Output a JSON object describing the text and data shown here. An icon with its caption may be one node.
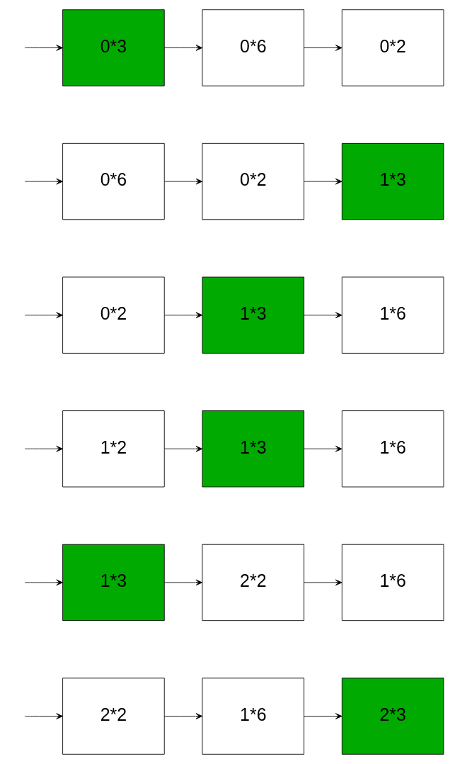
{
  "diagram": {
    "nodes": [
      {
        "text": [
          "0*3"
        ]
      },
      {
        "text": [
          "0*6"
        ]
      },
      {
        "text": [
          "0*2"
        ]
      },
      {
        "text": [
          "0*6"
        ]
      },
      {
        "text": [
          "0*2"
        ]
      },
      {
        "text": [
          "1*3"
        ]
      },
      {
        "text": [
          "0*2"
        ]
      },
      {
        "text": [
          "1*3"
        ]
      },
      {
        "text": [
          "1*6"
        ]
      },
      {
        "text": [
          "1*2"
        ]
      },
      {
        "text": [
          "1*3"
        ]
      },
      {
        "text": [
          "1*6"
        ]
      },
      {
        "text": [
          "1*3"
        ]
      },
      {
        "text": [
          "2*2"
        ]
      },
      {
        "text": [
          "1*6"
        ]
      },
      {
        "text": [
          "2*2"
        ]
      },
      {
        "text": [
          "1*6"
        ]
      },
      {
        "text": [
          "2*3"
        ]
      }
    ],
    "edges": [
      {
        "from": null,
        "to": 0,
        "arrow": "to"
      },
      {
        "from": 0,
        "to": 1,
        "arrow": "to"
      },
      {
        "from": 1,
        "to": 2,
        "arrow": "to"
      },
      {
        "from": null,
        "to": 3,
        "arrow": "to"
      },
      {
        "from": 3,
        "to": 4,
        "arrow": "to"
      },
      {
        "from": 4,
        "to": 5,
        "arrow": "to"
      },
      {
        "from": null,
        "to": 6,
        "arrow": "to"
      },
      {
        "from": 6,
        "to": 7,
        "arrow": "to"
      },
      {
        "from": 7,
        "to": 8,
        "arrow": "to"
      },
      {
        "from": null,
        "to": 9,
        "arrow": "to"
      },
      {
        "from": 9,
        "to": 10,
        "arrow": "to"
      },
      {
        "from": 10,
        "to": 11,
        "arrow": "to"
      },
      {
        "from": null,
        "to": 12,
        "arrow": "to"
      },
      {
        "from": 12,
        "to": 13,
        "arrow": "to"
      },
      {
        "from": 13,
        "to": 14,
        "arrow": "to"
      },
      {
        "from": null,
        "to": 15,
        "arrow": "to"
      },
      {
        "from": 15,
        "to": 16,
        "arrow": "to"
      },
      {
        "from": 16,
        "to": 17,
        "arrow": "to"
      }
    ]
  }
}
